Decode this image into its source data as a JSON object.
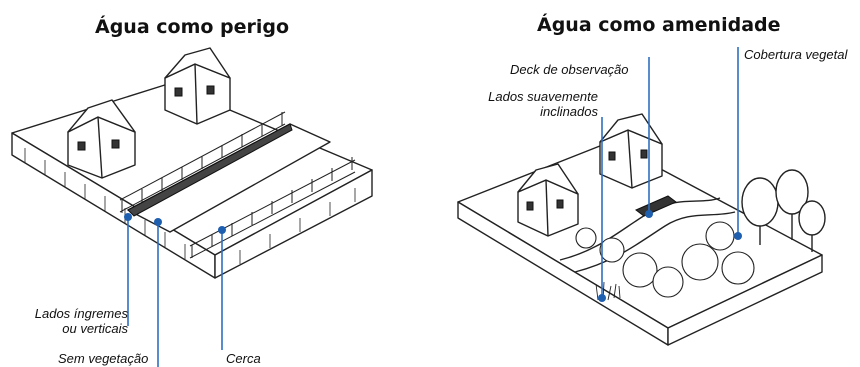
{
  "left_panel": {
    "title": "Água como perigo",
    "labels": {
      "steep_sides_line1": "Lados íngremes",
      "steep_sides_line2": "ou verticais",
      "no_vegetation": "Sem vegetação",
      "fence": "Cerca"
    }
  },
  "right_panel": {
    "title": "Água como amenidade",
    "labels": {
      "observation_deck": "Deck de observação",
      "gentle_slopes_line1": "Lados suavemente",
      "gentle_slopes_line2": "inclinados",
      "vegetation_cover": "Cobertura vegetal"
    }
  },
  "colors": {
    "leader": "#2e6fc0",
    "dot": "#1f5fb0",
    "ink": "#222222"
  }
}
